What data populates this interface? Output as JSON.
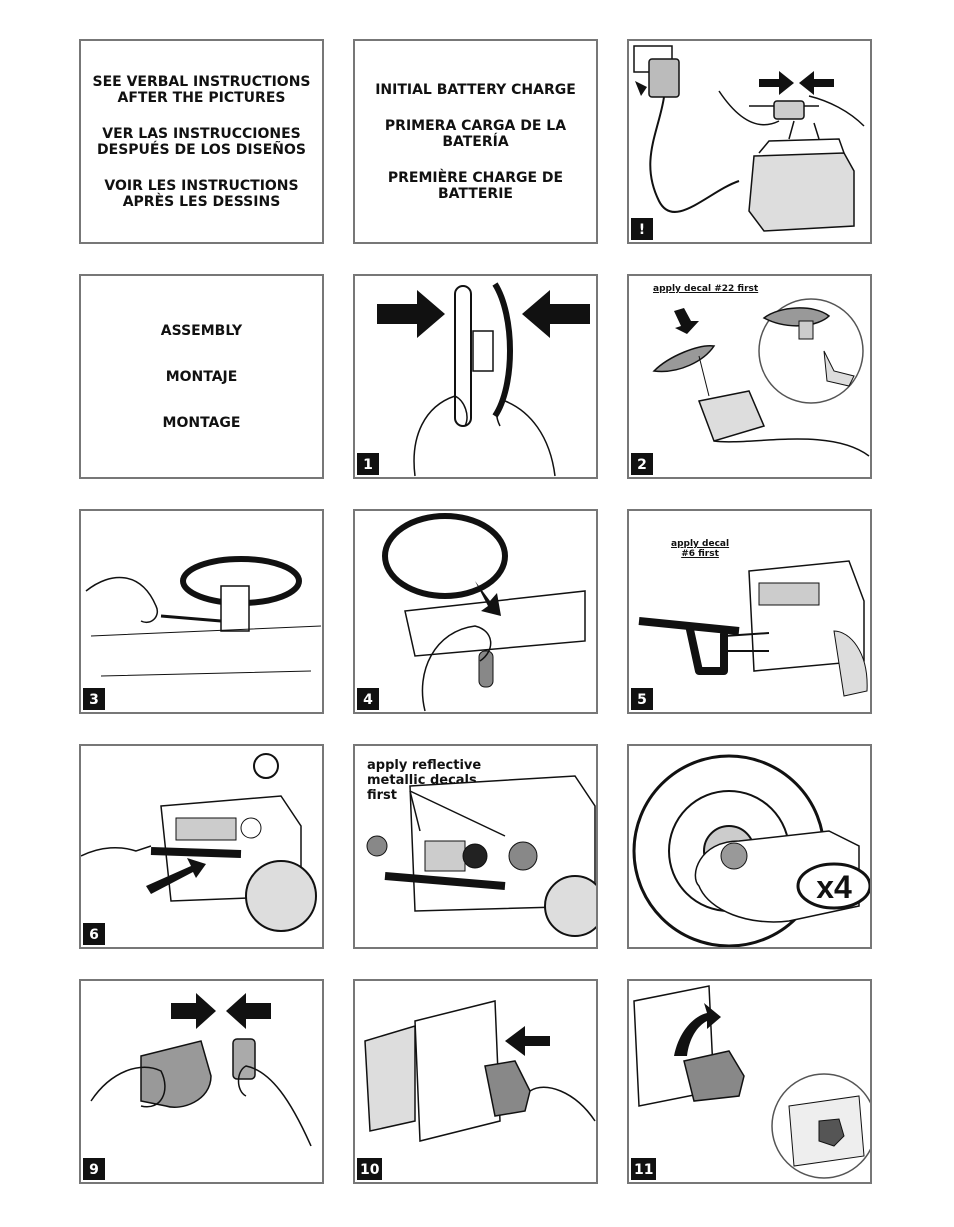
{
  "intro": {
    "en": "SEE VERBAL INSTRUCTIONS\nAFTER THE PICTURES",
    "es": "VER LAS INSTRUCCIONES\nDESPUÉS DE LOS DISEÑOS",
    "fr": "VOIR LES INSTRUCTIONS\nAPRÈS LES DESSINS"
  },
  "charge": {
    "en": "INITIAL BATTERY CHARGE",
    "es": "PRIMERA CARGA DE LA\nBATERÍA",
    "fr": "PREMIÈRE CHARGE DE\nBATTERIE"
  },
  "assembly": {
    "en": "ASSEMBLY",
    "es": "MONTAJE",
    "fr": "MONTAGE"
  },
  "steps": {
    "warn": "!",
    "s1": "1",
    "s2": "2",
    "s3": "3",
    "s4": "4",
    "s5": "5",
    "s6": "6",
    "s9": "9",
    "s10": "10",
    "s11": "11"
  },
  "notes": {
    "decal22": "apply decal #22 first",
    "decal6a": "apply decal",
    "decal6b": "#6 first",
    "reflective1": "apply reflective",
    "reflective2": "metallic decals",
    "reflective3": "first",
    "times4": "x4"
  }
}
